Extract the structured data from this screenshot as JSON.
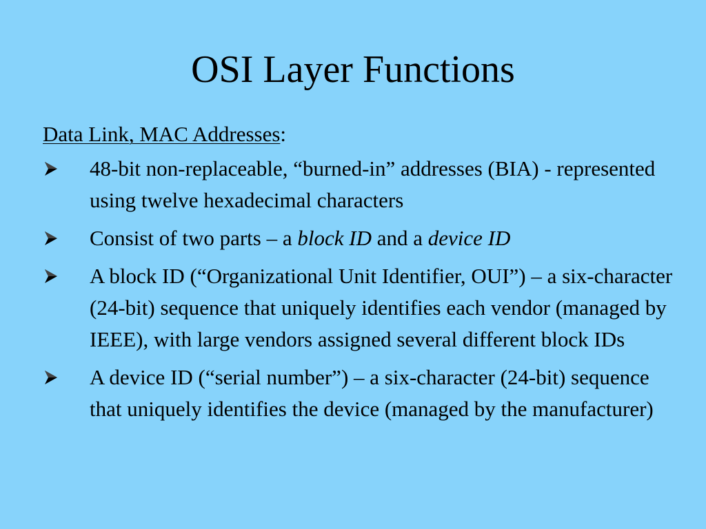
{
  "slide": {
    "title": "OSI Layer Functions",
    "subhead": {
      "label": "Data Link, MAC Addresses",
      "suffix": ":"
    },
    "bullet_icon": "arrowhead-bullet-icon",
    "bullets": [
      {
        "text": "48-bit non-replaceable, “burned-in” addresses (BIA) - represented using twelve hexadecimal characters"
      },
      {
        "parts": [
          "Consist of two parts – a ",
          "block ID",
          " and a ",
          "device ID"
        ]
      },
      {
        "text": "A block ID (“Organizational Unit Identifier, OUI”) – a six-character (24-bit) sequence that uniquely identifies each vendor (managed by IEEE), with large vendors assigned several different block IDs"
      },
      {
        "text": "A device ID (“serial number”) – a six-character (24-bit) sequence that uniquely identifies the device (managed by the manufacturer)"
      }
    ],
    "colors": {
      "background": "#87d3fb",
      "text": "#000000"
    }
  }
}
